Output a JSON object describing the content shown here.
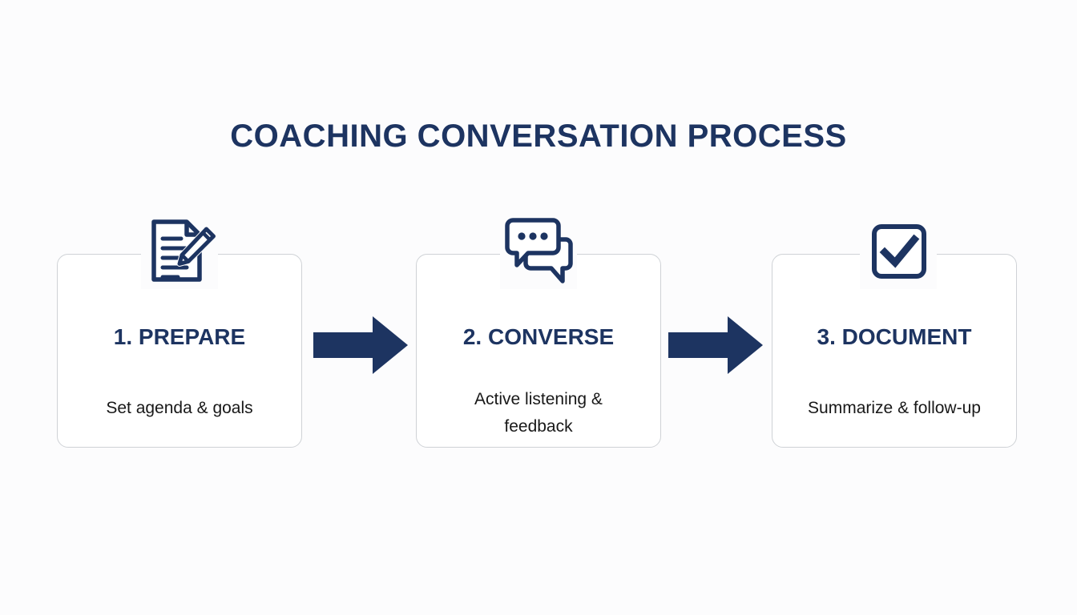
{
  "page": {
    "title": "COACHING CONVERSATION PROCESS",
    "background_color": "#fcfcfd",
    "accent_color": "#1d3461",
    "arrow_color": "#1d3461",
    "card_border_color": "#cfd2d6",
    "card_background": "#ffffff",
    "description_color": "#181818"
  },
  "steps": [
    {
      "icon": "document-pencil-icon",
      "heading": "1. PREPARE",
      "description": "Set agenda & goals"
    },
    {
      "icon": "speech-bubbles-icon",
      "heading": "2. CONVERSE",
      "description": "Active listening & feedback"
    },
    {
      "icon": "checkbox-check-icon",
      "heading": "3. DOCUMENT",
      "description": "Summarize & follow-up"
    }
  ],
  "connectors": [
    {
      "icon": "arrow-right-icon",
      "from": "1. PREPARE",
      "to": "2. CONVERSE"
    },
    {
      "icon": "arrow-right-icon",
      "from": "2. CONVERSE",
      "to": "3. DOCUMENT"
    }
  ]
}
